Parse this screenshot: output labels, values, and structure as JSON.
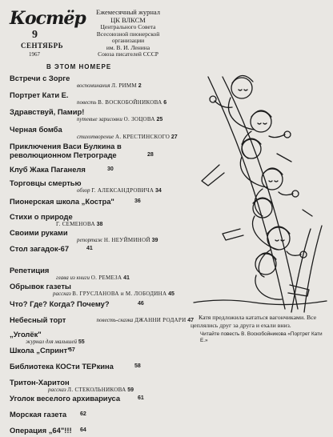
{
  "masthead": {
    "logo": "Костёр",
    "issue_number": "9",
    "month": "СЕНТЯБРЬ",
    "year": "1967",
    "publisher_lines": [
      "Ежемесячный журнал",
      "ЦК ВЛКСМ",
      "Центрального Совета",
      "Всесоюзной пионерской",
      "организации",
      "им. В. И. Ленина",
      "Союза писателей СССР"
    ]
  },
  "toc": {
    "heading": "В ЭТОМ НОМЕРЕ",
    "entries": [
      {
        "title": "Встречи с Зорге",
        "sub": "воспоминания",
        "author": "Л. РИММ",
        "page": "2"
      },
      {
        "title": "Портрет Кати Е.",
        "sub": "повесть",
        "author": "В. ВОСКОБОЙНИКОВА",
        "page": "6"
      },
      {
        "title": "Здравствуй, Памир!",
        "sub": "путевые зарисовки",
        "author": "О. ЗОЦОВА",
        "page": "25"
      },
      {
        "title": "Черная бомба",
        "sub": "стихотворение",
        "author": "А. КРЕСТИНСКОГО",
        "page": "27"
      },
      {
        "title": "Приключения Васи Булкина в революционном Петрограде",
        "page": "28"
      },
      {
        "title": "Клуб Жака Паганеля",
        "page": "30"
      },
      {
        "title": "Торговцы смертью",
        "sub": "обзор",
        "author": "Г. АЛЕКСАНДРОВИЧА",
        "page": "34"
      },
      {
        "title": "Пионерская школа „Костра\"",
        "page": "36"
      },
      {
        "title": "Стихи о природе",
        "author": "Г. СЕМЕНОВА",
        "page": "38"
      },
      {
        "title": "Своими руками",
        "sub": "репортаж",
        "author": "Н. НЕУЙМИНОЙ",
        "page": "39"
      },
      {
        "title": "Стол загадок-67",
        "page": "41"
      },
      {
        "title": "Репетиция",
        "sub": "глава из книги",
        "author": "О. РЕМЕЗА",
        "page": "41"
      },
      {
        "title": "Обрывок газеты",
        "sub": "рассказ",
        "author": "В. ГРУСЛАНОВА и М. ЛОБОДИНА",
        "page": "45"
      },
      {
        "title": "Что? Где? Когда? Почему?",
        "page": "46"
      },
      {
        "title": "Небесный торт",
        "sub": "повесть-сказка",
        "author": "ДЖАННИ РОДАРИ",
        "page": "47"
      },
      {
        "title": "„Уголёк\"",
        "sub": "журнал для малышей",
        "page": "55"
      },
      {
        "title": "Школа „Спринт\"",
        "page": "57"
      },
      {
        "title": "Библиотека КОСти ТЕРкина",
        "page": "58"
      },
      {
        "title": "Тритон-Харитон",
        "sub": "рассказ",
        "author": "Л. СТЕКОЛЬНИКОВА",
        "page": "59"
      },
      {
        "title": "Уголок веселого архивариуса",
        "page": "61"
      },
      {
        "title": "Морская газета",
        "page": "62"
      },
      {
        "title": "Операция „64\"!!!",
        "page": "64"
      }
    ]
  },
  "caption": "Катя предложила кататься вагончиками. Все цеплялись друг за друга и ехали вниз.",
  "caption_note": "Читайте повесть В. Воскобойникова «Портрет Кати Е.»"
}
